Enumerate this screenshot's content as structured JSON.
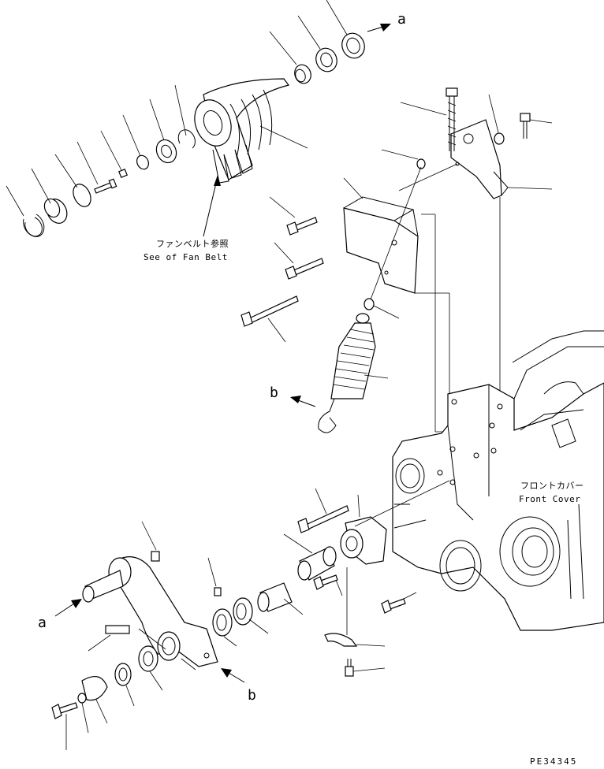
{
  "labels": {
    "fan_belt_jp": "ファンベルト参照",
    "fan_belt_en": "See of Fan Belt",
    "front_cover_jp": "フロントカバー",
    "front_cover_en": "Front Cover",
    "ref_a": "a",
    "ref_b": "b",
    "drawing_code": "PE34345"
  }
}
